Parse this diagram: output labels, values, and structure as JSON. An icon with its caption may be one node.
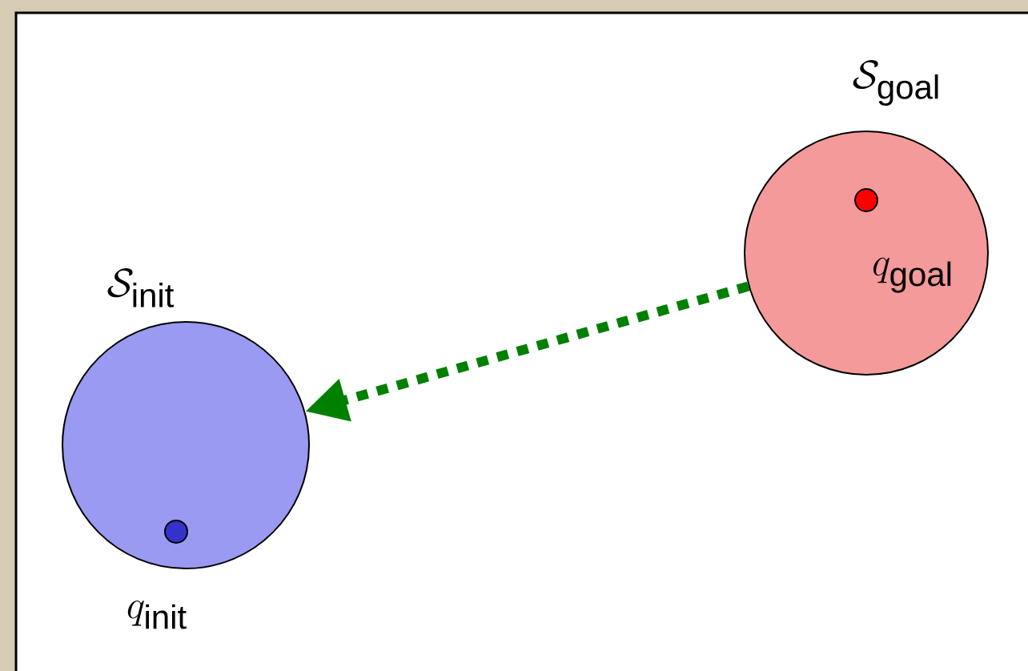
{
  "diagram": {
    "nodes": [
      {
        "text": [
          "\\mathcal{S}_{\\text{goal}}"
        ]
      },
      {
        "text": [
          "q_{\\text{goal}}"
        ],
        "in": 0
      },
      {
        "text": [
          "\\mathcal{S}_{\\text{init}}"
        ]
      },
      {
        "text": [
          "q_{\\text{init}}"
        ],
        "in": 2
      }
    ],
    "edges": [
      {
        "from": 0,
        "to": 2,
        "arrow": "to",
        "style": "dashed",
        "color": "#008000"
      }
    ]
  }
}
